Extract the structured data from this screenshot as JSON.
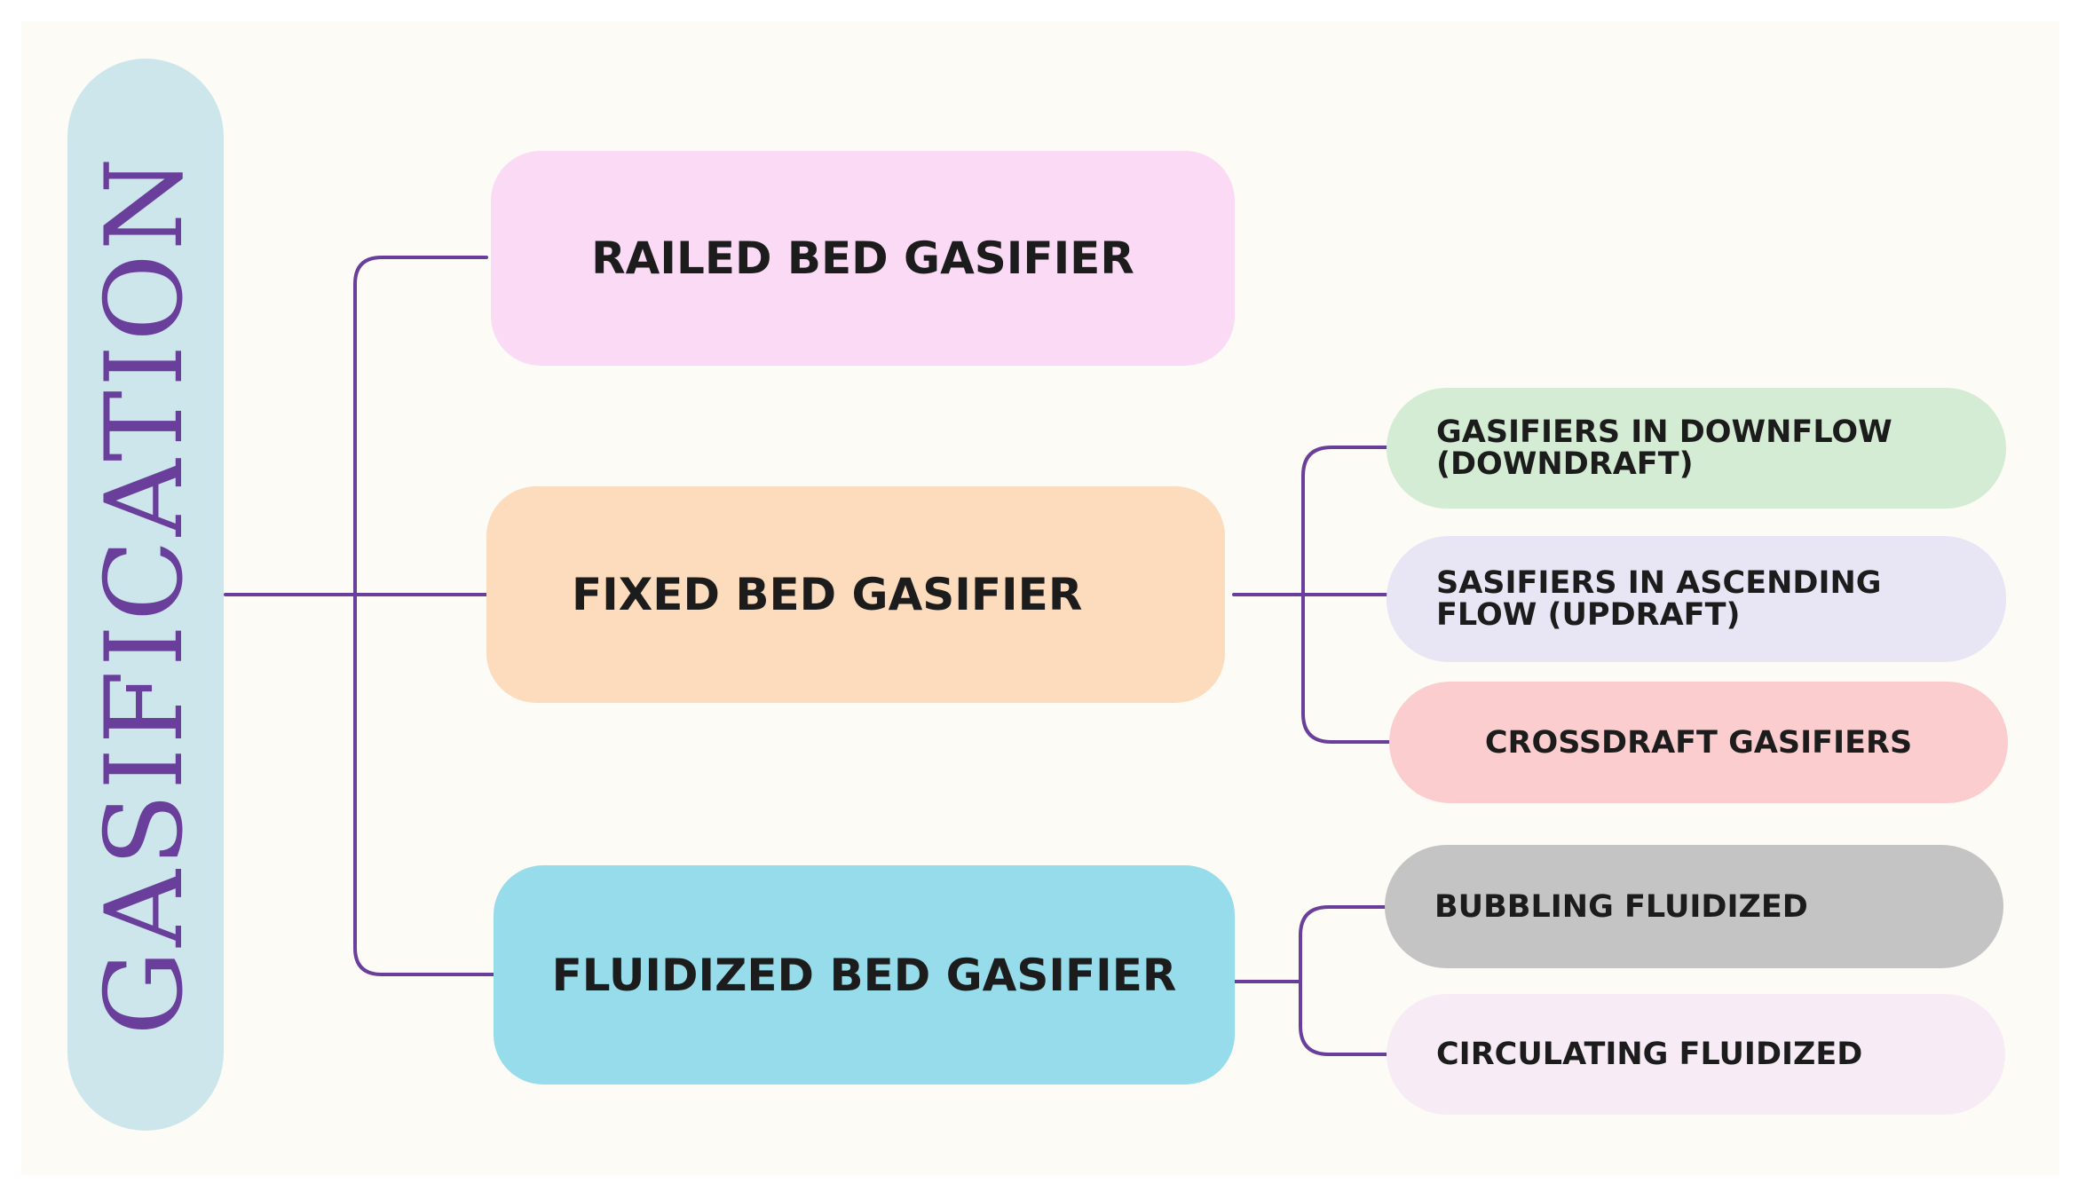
{
  "root": {
    "label": "GASIFICATION",
    "color": "#cde6ec",
    "text_color": "#6a3f9c"
  },
  "connector_color": "#6a3f9c",
  "nodes": {
    "railed": {
      "label": "RAILED BED GASIFIER",
      "color": "#fadaf4"
    },
    "fixed": {
      "label": "FIXED BED GASIFIER",
      "color": "#fddcbd"
    },
    "fluidized": {
      "label": "FLUIDIZED BED GASIFIER",
      "color": "#96dcea"
    }
  },
  "fixed_children": [
    {
      "line1": "GASIFIERS IN DOWNFLOW",
      "line2": "(DOWNDRAFT)",
      "color": "#d3ecd3"
    },
    {
      "line1": "SASIFIERS IN ASCENDING",
      "line2": "FLOW (UPDRAFT)",
      "color": "#e8e5f5"
    },
    {
      "line1": "CROSSDRAFT GASIFIERS",
      "line2": "",
      "color": "#fbcdcf"
    }
  ],
  "fluidized_children": [
    {
      "label": "BUBBLING FLUIDIZED",
      "color": "#c4c4c4"
    },
    {
      "label": "CIRCULATING FLUIDIZED",
      "color": "#f7ecf6"
    }
  ]
}
